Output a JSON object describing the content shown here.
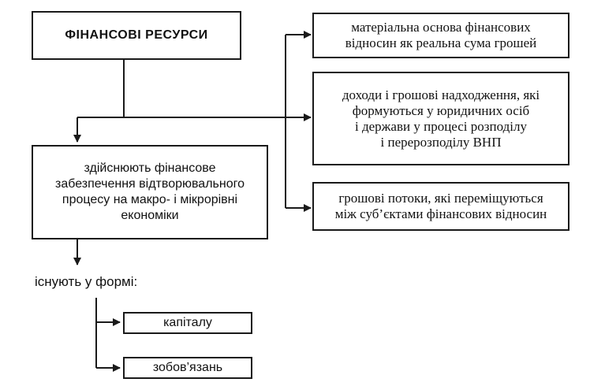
{
  "diagram": {
    "root": {
      "text": "ФІНАНСОВІ РЕСУРСИ"
    },
    "definitions": [
      {
        "text": "матеріальна основа фінансових\nвідносин як реальна сума грошей"
      },
      {
        "text": "доходи і грошові надходження, які\nформуються у юридичних осіб\nі держави у процесі розподілу\nі перерозподілу ВНП"
      },
      {
        "text": "грошові потоки, які переміщуються\nміж суб’єктами фінансових відносин"
      }
    ],
    "function": {
      "text": "здійснюють фінансове\nзабезпечення відтворювального\nпроцесу на макро- і мікрорівні\nекономіки"
    },
    "forms_label": "існують у формі:",
    "forms": [
      {
        "text": "капіталу"
      },
      {
        "text": "зобов’язань"
      }
    ]
  }
}
